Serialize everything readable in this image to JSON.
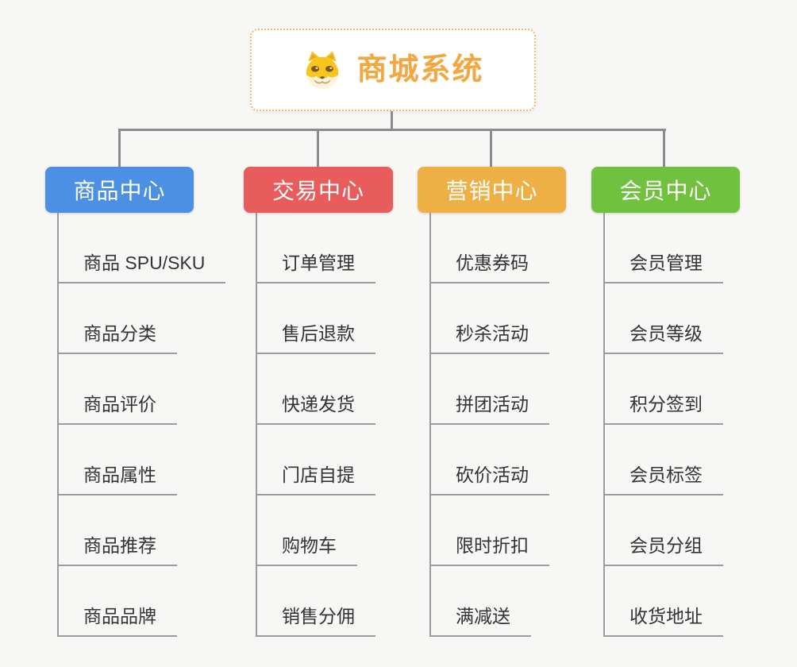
{
  "canvas": {
    "background": "#f7f7f6",
    "connector_color": "#8c8c8c"
  },
  "root": {
    "title": "商城系统",
    "title_color": "#f2a73f",
    "border_color": "#f3b86a",
    "icon": "dog-face-icon"
  },
  "branches": [
    {
      "label": "商品中心",
      "color": "#4b90e2",
      "children": [
        "商品 SPU/SKU",
        "商品分类",
        "商品评价",
        "商品属性",
        "商品推荐",
        "商品品牌"
      ]
    },
    {
      "label": "交易中心",
      "color": "#e85d5b",
      "children": [
        "订单管理",
        "售后退款",
        "快递发货",
        "门店自提",
        "购物车",
        "销售分佣"
      ]
    },
    {
      "label": "营销中心",
      "color": "#eeb044",
      "children": [
        "优惠券码",
        "秒杀活动",
        "拼团活动",
        "砍价活动",
        "限时折扣",
        "满减送"
      ]
    },
    {
      "label": "会员中心",
      "color": "#70c13d",
      "children": [
        "会员管理",
        "会员等级",
        "积分签到",
        "会员标签",
        "会员分组",
        "收货地址"
      ]
    }
  ]
}
